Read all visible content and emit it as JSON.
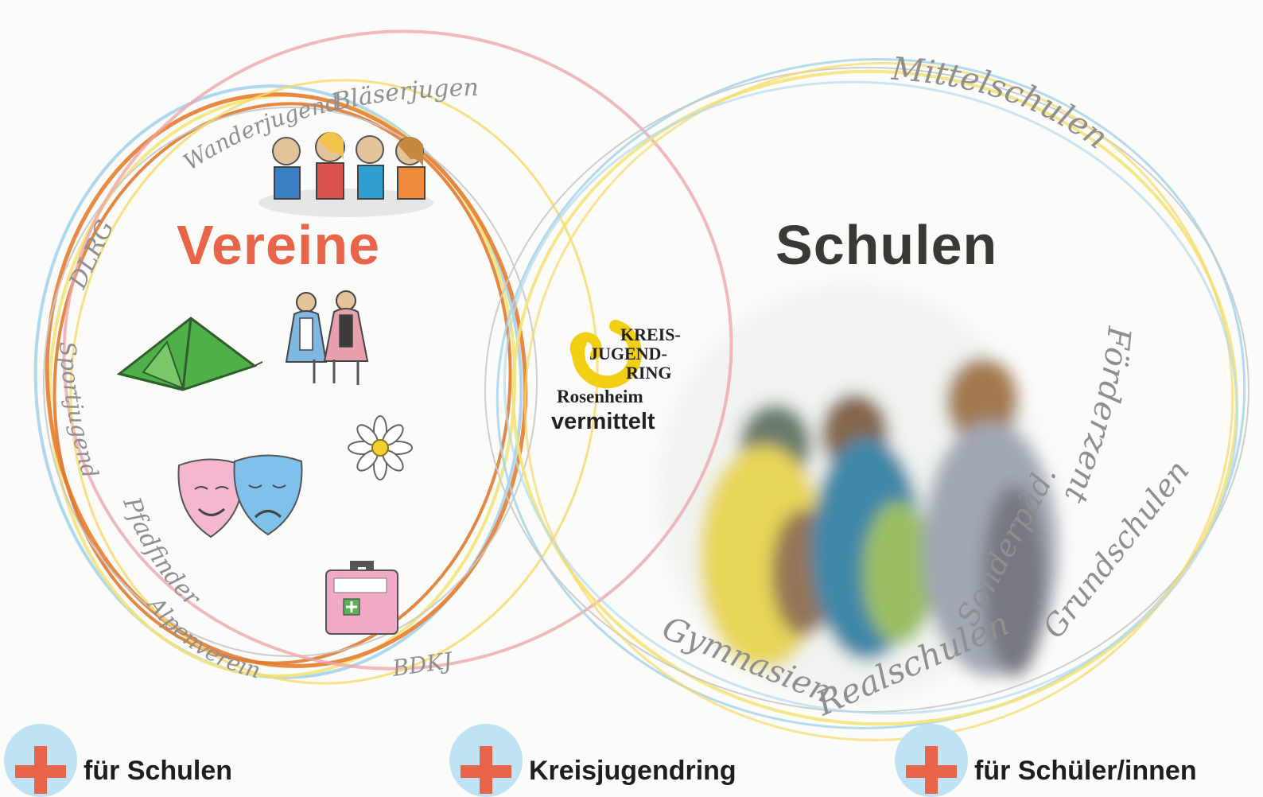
{
  "titles": {
    "left": "Vereine",
    "right": "Schulen"
  },
  "logo": {
    "line1": "KREIS-",
    "line2": "JUGEND-",
    "line3": "RING",
    "city": "Rosenheim",
    "caption": "vermittelt"
  },
  "left_circle_labels": [
    "Bläserjugend",
    "Wanderjugend",
    "DLRG",
    "Sportjugend",
    "Pfadfinder",
    "Alpenverein",
    "BDKJ"
  ],
  "right_circle_labels": [
    "Mittelschulen",
    "Förderzentren",
    "Sonderpäd.",
    "Grundschulen",
    "Gymnasien",
    "Realschulen"
  ],
  "footer": {
    "item1": "für Schulen",
    "item2": "Kreisjugendring",
    "item3": "für Schüler/innen"
  },
  "colors": {
    "vereine": "#e8654a",
    "schulen": "#3b3936",
    "logo_yellow": "#f2cf12",
    "plus_red": "#e9654a",
    "plus_bg": "#bfe3f3"
  },
  "icons": [
    "band-illustration",
    "tent-illustration",
    "dancers-illustration",
    "theatre-masks-illustration",
    "edelweiss-illustration",
    "first-aid-kit-illustration",
    "students-photo"
  ]
}
